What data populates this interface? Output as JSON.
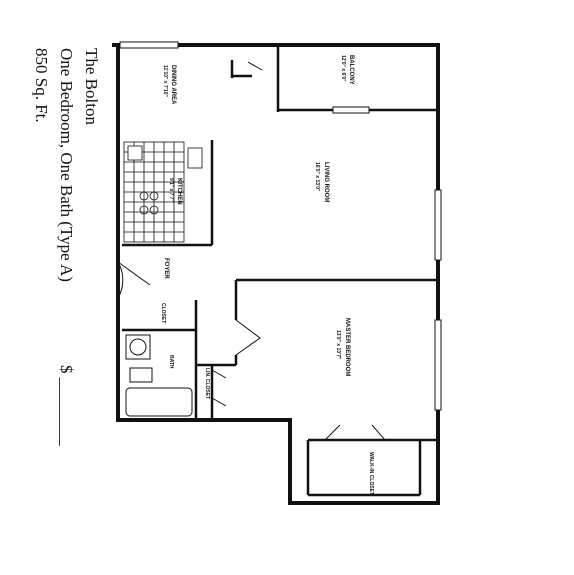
{
  "header": {
    "building": "The Bolton",
    "unit_type": "One Bedroom, One Bath (Type A)",
    "area": "850 Sq. Ft.",
    "price_label": "$ ________"
  },
  "rooms": {
    "balcony": {
      "name": "BALCONY",
      "dims": "12'0\" x 6'0\""
    },
    "dining": {
      "name": "DINING AREA",
      "dims": "11'10\" x 7'10\""
    },
    "kitchen": {
      "name": "KITCHEN",
      "dims": "9'1\" x 7'7\""
    },
    "living": {
      "name": "LIVING ROOM",
      "dims": "16'0\" x 13'0\""
    },
    "foyer": {
      "name": "FOYER"
    },
    "closet": {
      "name": "CLOSET"
    },
    "bath": {
      "name": "BATH"
    },
    "linen_closet": {
      "name": "LIN. CLOSET"
    },
    "master": {
      "name": "MASTER BEDROOM",
      "dims": "13'0\" x 13'7\""
    },
    "walk_in": {
      "name": "WALK-IN CLOSET"
    }
  }
}
